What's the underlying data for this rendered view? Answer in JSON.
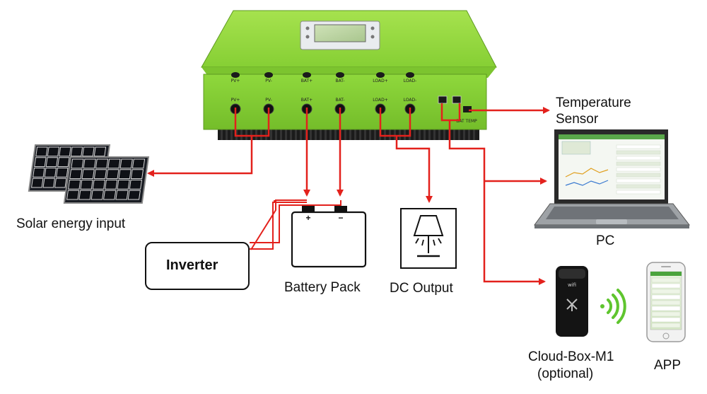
{
  "controller": {
    "terminals": [
      {
        "label": "PV+"
      },
      {
        "label": "PV-"
      },
      {
        "label": "BAT+"
      },
      {
        "label": "BAT-"
      },
      {
        "label": "LOAD+"
      },
      {
        "label": "LOAD-"
      }
    ],
    "temp_port_label": "BAT TEMP"
  },
  "labels": {
    "solar": "Solar energy input",
    "inverter": "Inverter",
    "battery": "Battery Pack",
    "dc_output": "DC Output",
    "temp_sensor_line1": "Temperature",
    "temp_sensor_line2": "Sensor",
    "pc": "PC",
    "cloudbox_line1": "Cloud-Box-M1",
    "cloudbox_line2": "(optional)",
    "app": "APP"
  },
  "battery_terminals": {
    "plus": "+",
    "minus": "−"
  },
  "colors": {
    "controller_green": "#8ed63a",
    "wire_red": "#e3211c",
    "outline": "#111111"
  }
}
